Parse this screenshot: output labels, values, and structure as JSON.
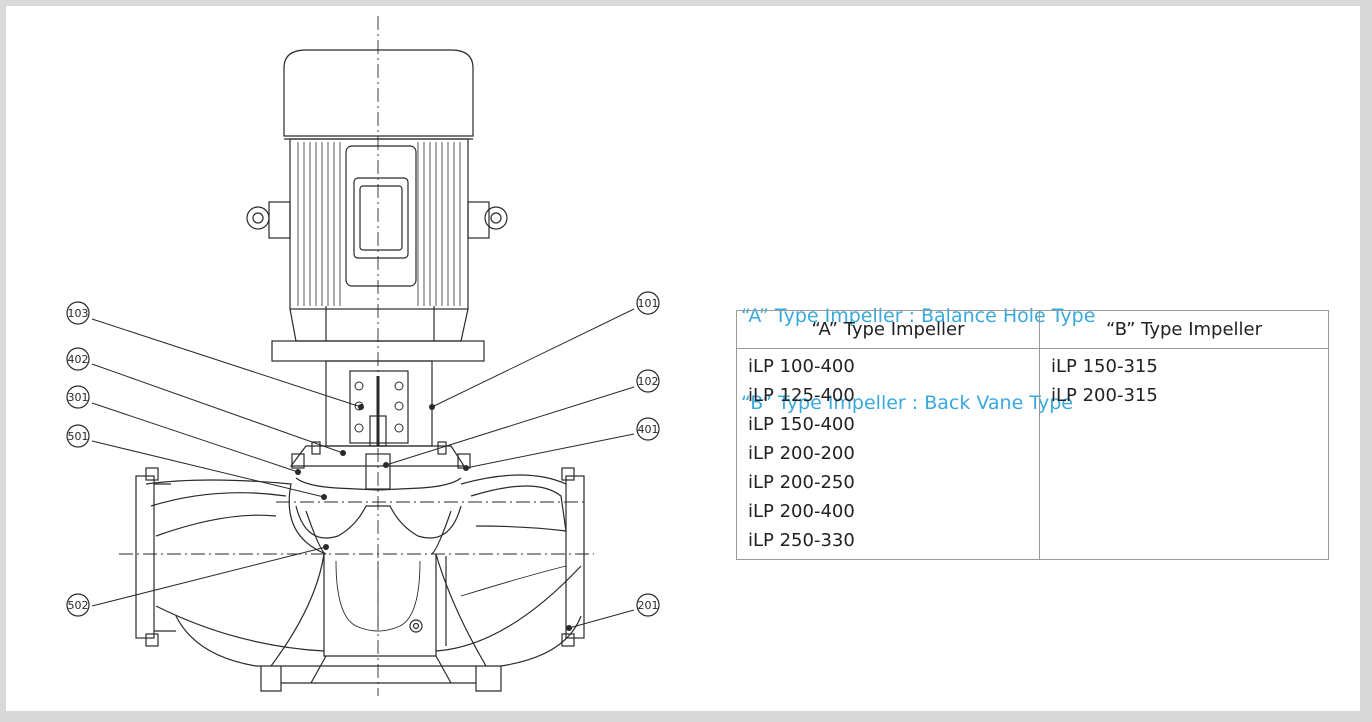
{
  "legend": {
    "line_a": "“A” Type Impeller : Balance Hole Type",
    "line_b": "“B” Type Impeller : Back Vane Type"
  },
  "table": {
    "headers": [
      "“A” Type Impeller",
      "“B” Type Impeller"
    ],
    "col_a": [
      "iLP 100-400",
      "iLP 125-400",
      "iLP 150-400",
      "iLP 200-200",
      "iLP 200-250",
      "iLP 200-400",
      "iLP 250-330"
    ],
    "col_b": [
      "iLP 150-315",
      "iLP 200-315"
    ]
  },
  "callouts": {
    "c103": "103",
    "c402": "402",
    "c301": "301",
    "c501": "501",
    "c502": "502",
    "c101": "101",
    "c102": "102",
    "c401": "401",
    "c201": "201"
  },
  "colors": {
    "legend_text": "#39a9dc",
    "line": "#2a2a2a",
    "border": "#d9d9d9"
  }
}
